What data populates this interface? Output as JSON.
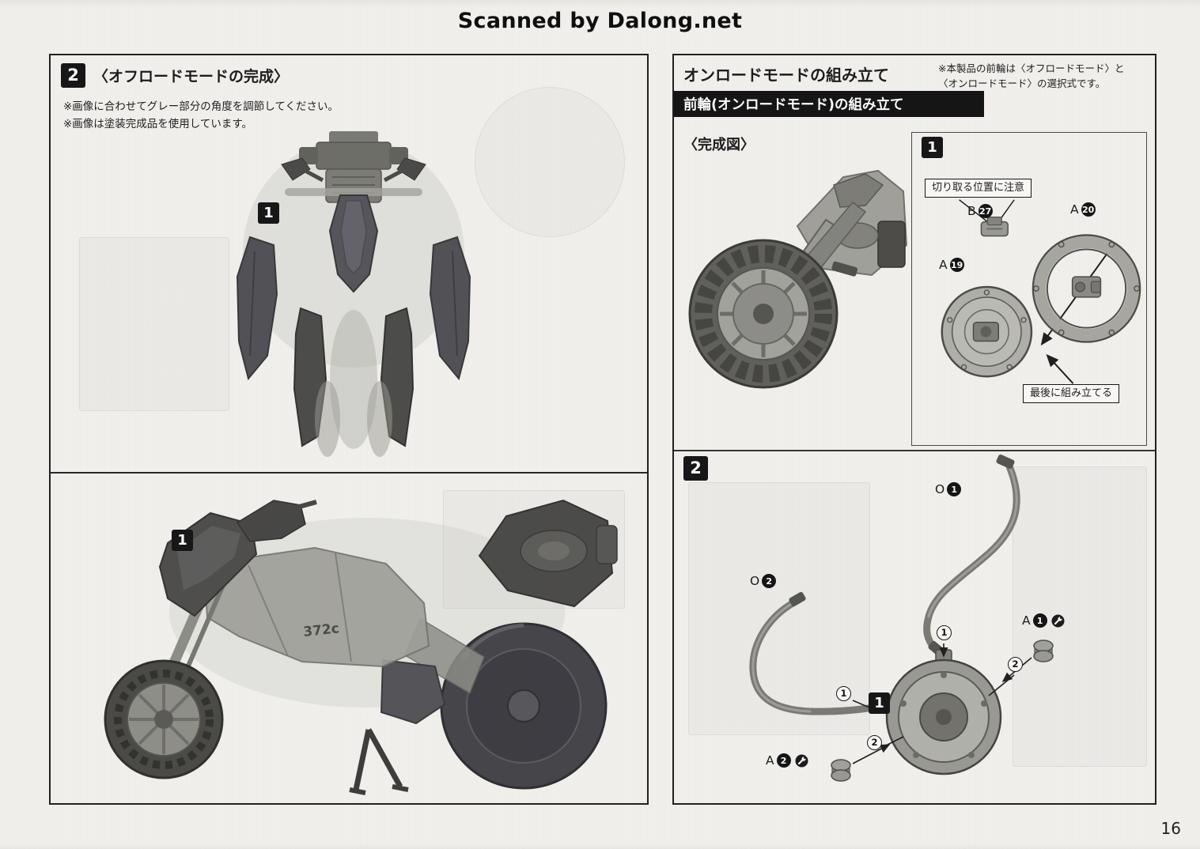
{
  "scan": {
    "watermark": "Scanned by Dalong.net",
    "page_number": "16"
  },
  "left_panel": {
    "step_badge": "2",
    "title": "〈オフロードモードの完成〉",
    "notes": [
      "※画像に合わせてグレー部分の角度を調節してください。",
      "※画像は塗装完成品を使用しています。"
    ],
    "front_view_badge": "1",
    "side_view_badge": "1",
    "model_marking": "372c"
  },
  "right_panel": {
    "title": "オンロードモードの組み立て",
    "note_lines": [
      "※本製品の前輪は〈オフロードモード〉と",
      "〈オンロードモード〉の選択式です。"
    ],
    "section_bar": "前輪(オンロードモード)の組み立て",
    "completed_view_label": "〈完成図〉",
    "step1": {
      "badge": "1",
      "cut_position_note": "切り取る位置に注意",
      "parts": {
        "b27": {
          "letter": "B",
          "number": "27"
        },
        "a20": {
          "letter": "A",
          "number": "20"
        },
        "a19": {
          "letter": "A",
          "number": "19"
        }
      },
      "assemble_last_note": "最後に組み立てる"
    },
    "step2": {
      "badge": "2",
      "parts": {
        "o1": {
          "letter": "O",
          "number": "1"
        },
        "o2": {
          "letter": "O",
          "number": "2"
        },
        "a1": {
          "letter": "A",
          "number": "1"
        },
        "a2": {
          "letter": "A",
          "number": "2"
        }
      },
      "sub_badge": "1",
      "attach_point_1": "1",
      "attach_point_2": "2"
    }
  }
}
